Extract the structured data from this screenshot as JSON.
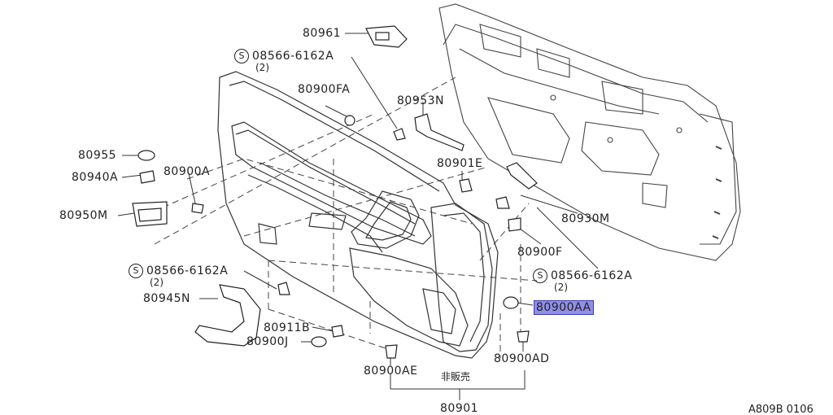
{
  "callouts": {
    "p80961": "80961",
    "p80900FA": "80900FA",
    "p80953N": "80953N",
    "p80955": "80955",
    "p80940A": "80940A",
    "p80900A": "80900A",
    "p80950M": "80950M",
    "p80901E": "80901E",
    "p80930M": "80930M",
    "p80900F": "80900F",
    "p80945N": "80945N",
    "p80911B": "80911B",
    "p80900J": "80900J",
    "p80900AE": "80900AE",
    "p80900AA": "80900AA",
    "p80900AD": "80900AD",
    "p80901": "80901"
  },
  "screws": [
    {
      "symbol": "S",
      "part": "08566-6162A",
      "qty": "(2)"
    },
    {
      "symbol": "S",
      "part": "08566-6162A",
      "qty": "(2)"
    },
    {
      "symbol": "S",
      "part": "08566-6162A",
      "qty": "(2)"
    }
  ],
  "note": "非販売",
  "diagram_code": "A809B 0106",
  "highlight_color": "#8f8fe8"
}
